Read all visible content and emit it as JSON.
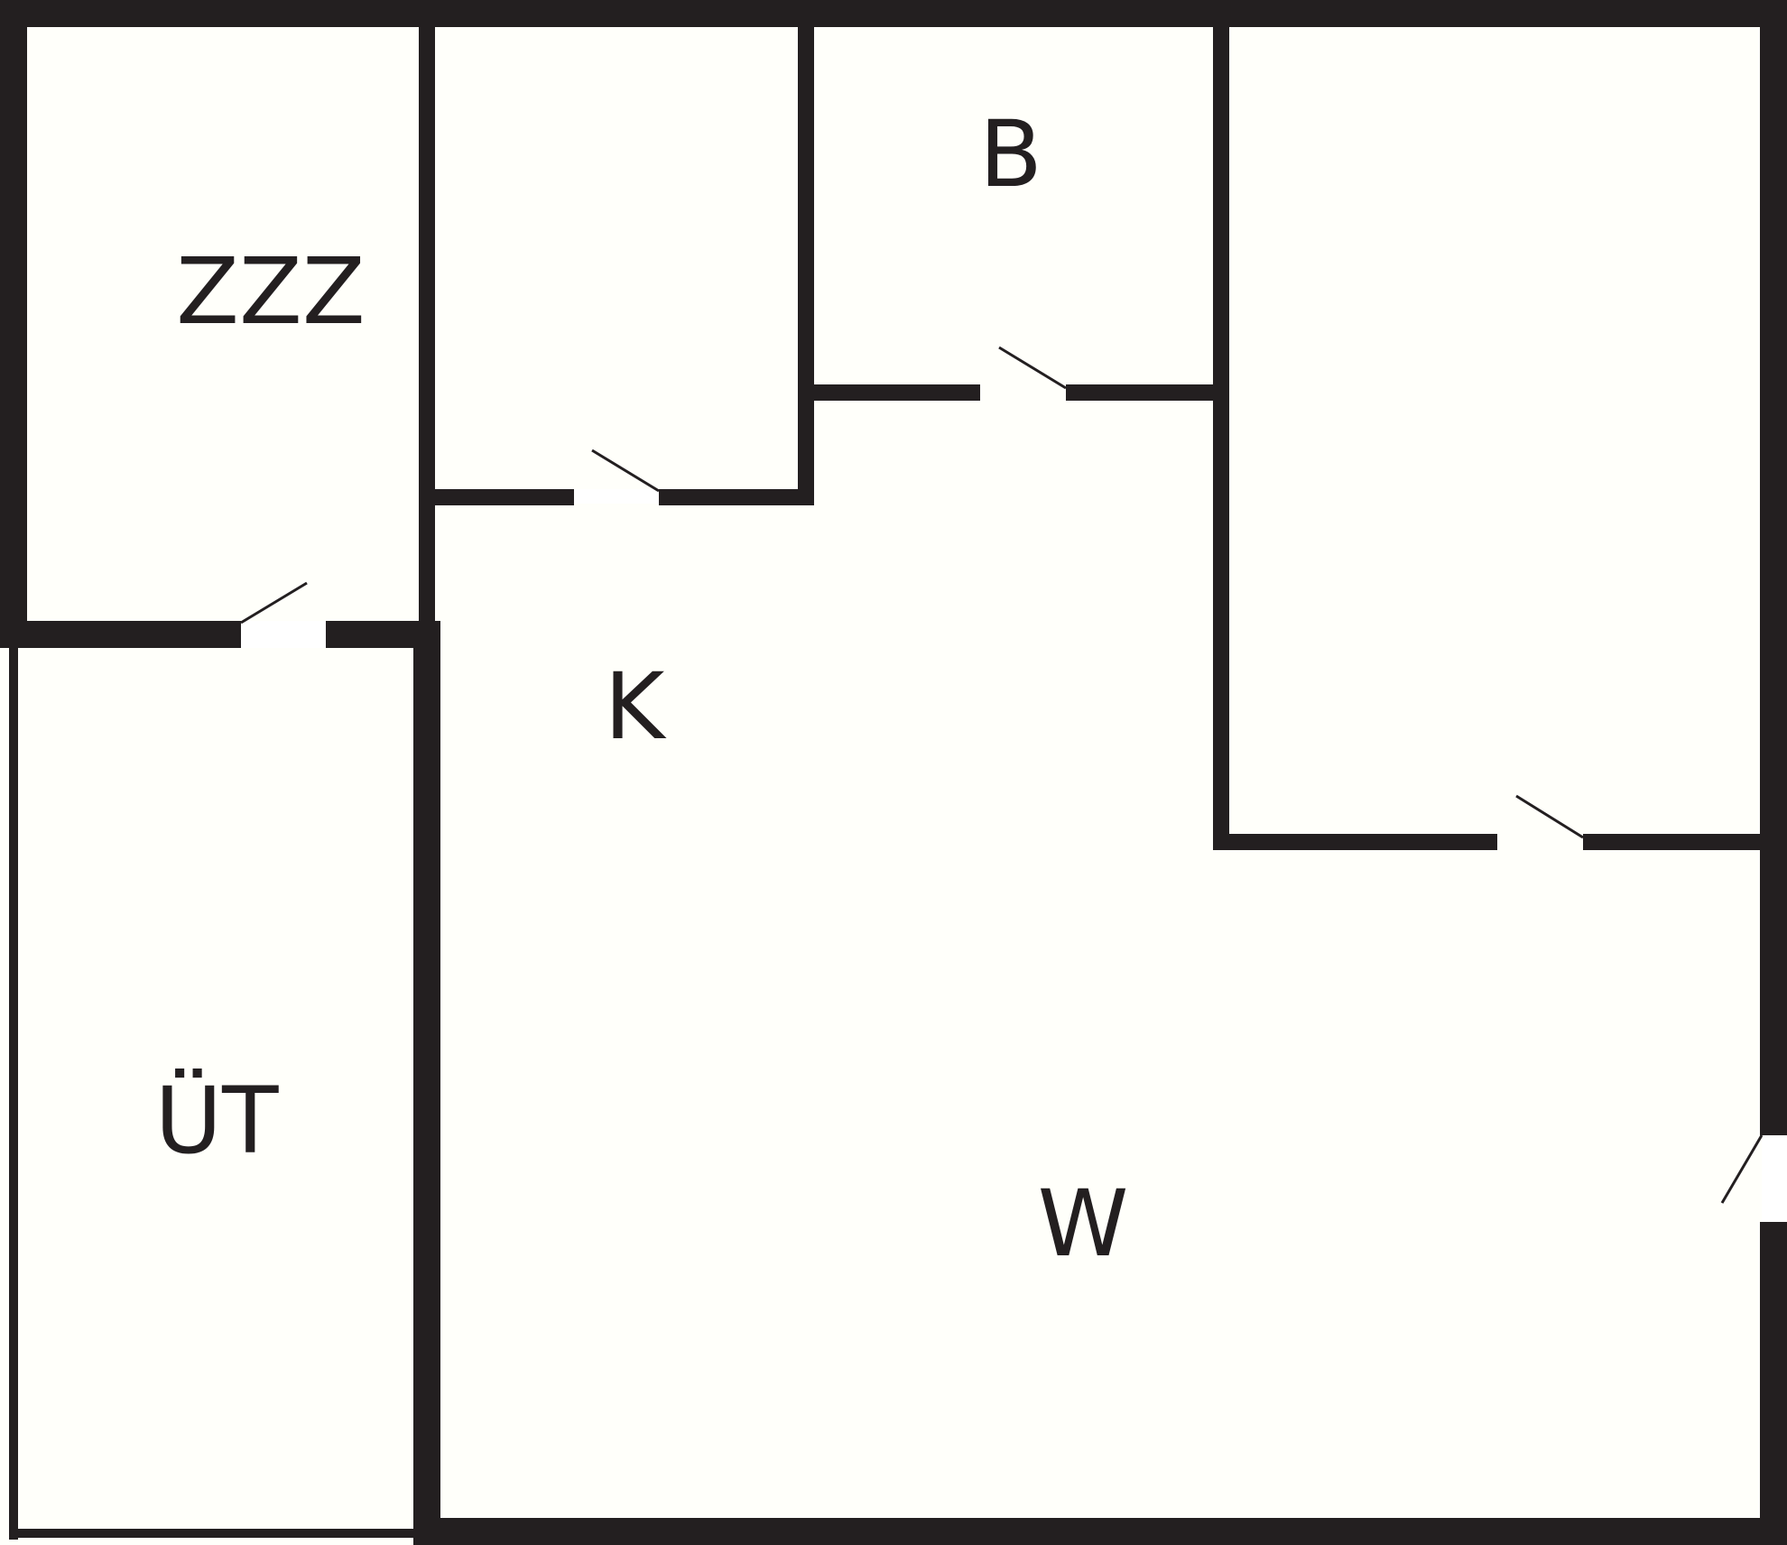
{
  "colors": {
    "background": "#fffffa",
    "wall": "#231f20",
    "opening": "#ffffff"
  },
  "rooms": {
    "zzz": {
      "label": "ZZZ"
    },
    "b": {
      "label": "B"
    },
    "k": {
      "label": "K"
    },
    "ut": {
      "label": "ÜT"
    },
    "w": {
      "label": "W"
    }
  }
}
